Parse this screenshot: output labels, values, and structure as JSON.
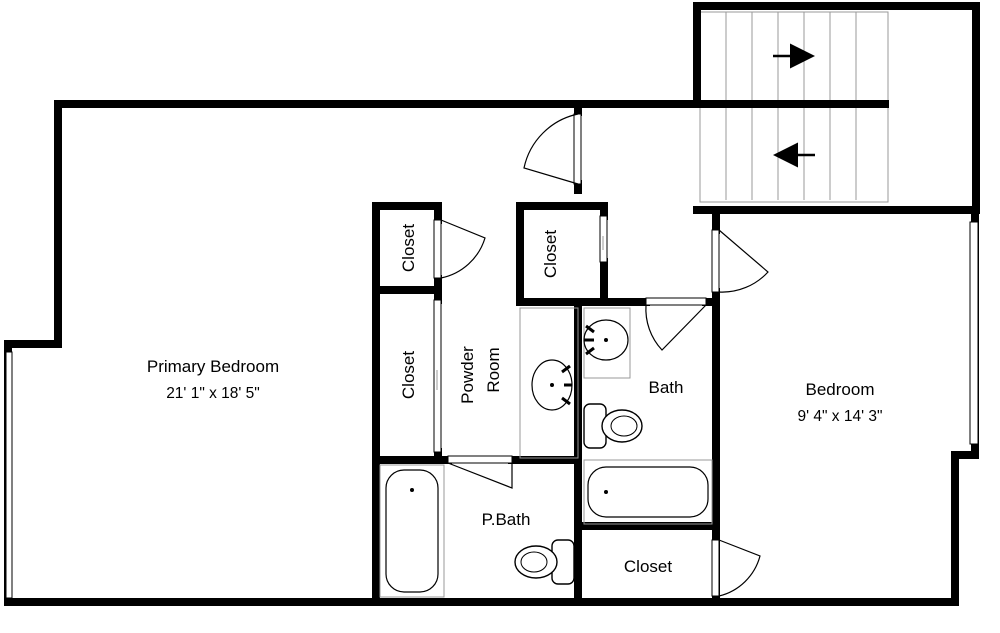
{
  "rooms": {
    "primary_bedroom": {
      "name": "Primary Bedroom",
      "dims": "21' 1\" x 18' 5\""
    },
    "bedroom": {
      "name": "Bedroom",
      "dims": "9' 4\" x 14' 3\""
    },
    "bath": {
      "name": "Bath"
    },
    "p_bath": {
      "name": "P.Bath"
    },
    "powder_room": {
      "line1": "Powder",
      "line2": "Room"
    },
    "closet_upper_left": {
      "name": "Closet"
    },
    "closet_lower_left": {
      "name": "Closet"
    },
    "closet_center": {
      "name": "Closet"
    },
    "closet_bottom": {
      "name": "Closet"
    }
  }
}
